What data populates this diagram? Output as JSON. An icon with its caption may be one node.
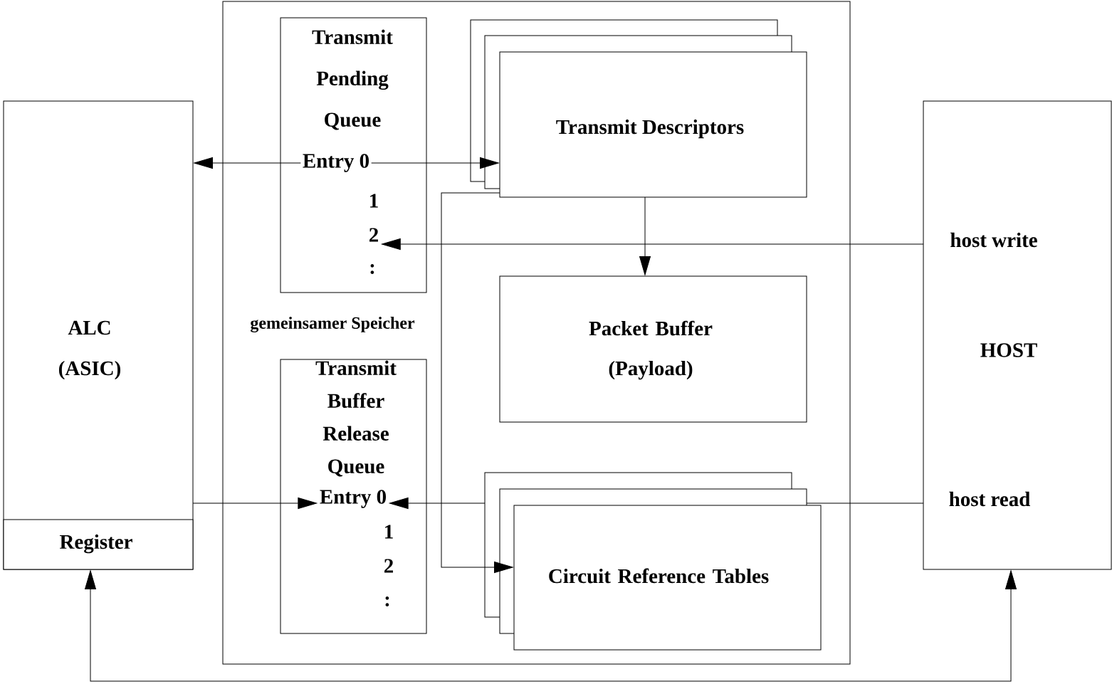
{
  "diagram": {
    "nodes": [
      {
        "text": [
          "gemeinsamer Speicher"
        ]
      },
      {
        "text": [
          "ALC (ASIC)"
        ]
      },
      {
        "text": [
          "Register"
        ],
        "in": 1
      },
      {
        "text": [
          "Transmit Pending Queue"
        ],
        "in": 0
      },
      {
        "text": [
          "Entry 0"
        ],
        "in": 3
      },
      {
        "text": [
          "1"
        ],
        "in": 3
      },
      {
        "text": [
          "2"
        ],
        "in": 3
      },
      {
        "text": [
          ":"
        ],
        "in": 3
      },
      {
        "text": [],
        "shape": "box",
        "in": 0
      },
      {
        "text": [],
        "shape": "box",
        "in": 0
      },
      {
        "text": [
          "Transmit Descriptors"
        ],
        "in": 0
      },
      {
        "text": [
          "Packet Buffer (Payload)"
        ],
        "in": 0
      },
      {
        "text": [
          "Transmit Buffer Release Queue"
        ],
        "in": 0
      },
      {
        "text": [
          "Entry 0"
        ],
        "in": 12
      },
      {
        "text": [
          "1"
        ],
        "in": 12
      },
      {
        "text": [
          "2"
        ],
        "in": 12
      },
      {
        "text": [
          ":"
        ],
        "in": 12
      },
      {
        "text": [],
        "shape": "box",
        "in": 0
      },
      {
        "text": [],
        "shape": "box",
        "in": 0
      },
      {
        "text": [
          "Circuit Reference Tables"
        ],
        "in": 0
      },
      {
        "text": [
          "host write",
          "HOST",
          "host read"
        ]
      }
    ],
    "edges": [
      {
        "from": 4,
        "to": 1,
        "arrow": "to"
      },
      {
        "from": 4,
        "to": 10,
        "arrow": "to"
      },
      {
        "from": 20,
        "to": 6,
        "arrow": "to"
      },
      {
        "from": 10,
        "to": 11,
        "arrow": "to"
      },
      {
        "from": 10,
        "to": 19,
        "arrow": "to"
      },
      {
        "from": 17,
        "to": 13,
        "arrow": "to"
      },
      {
        "from": 1,
        "to": 13,
        "arrow": "to"
      },
      {
        "from": 20,
        "to": 18,
        "arrow": "none"
      },
      {
        "from": 2,
        "to": 20,
        "arrow": "both"
      }
    ]
  }
}
